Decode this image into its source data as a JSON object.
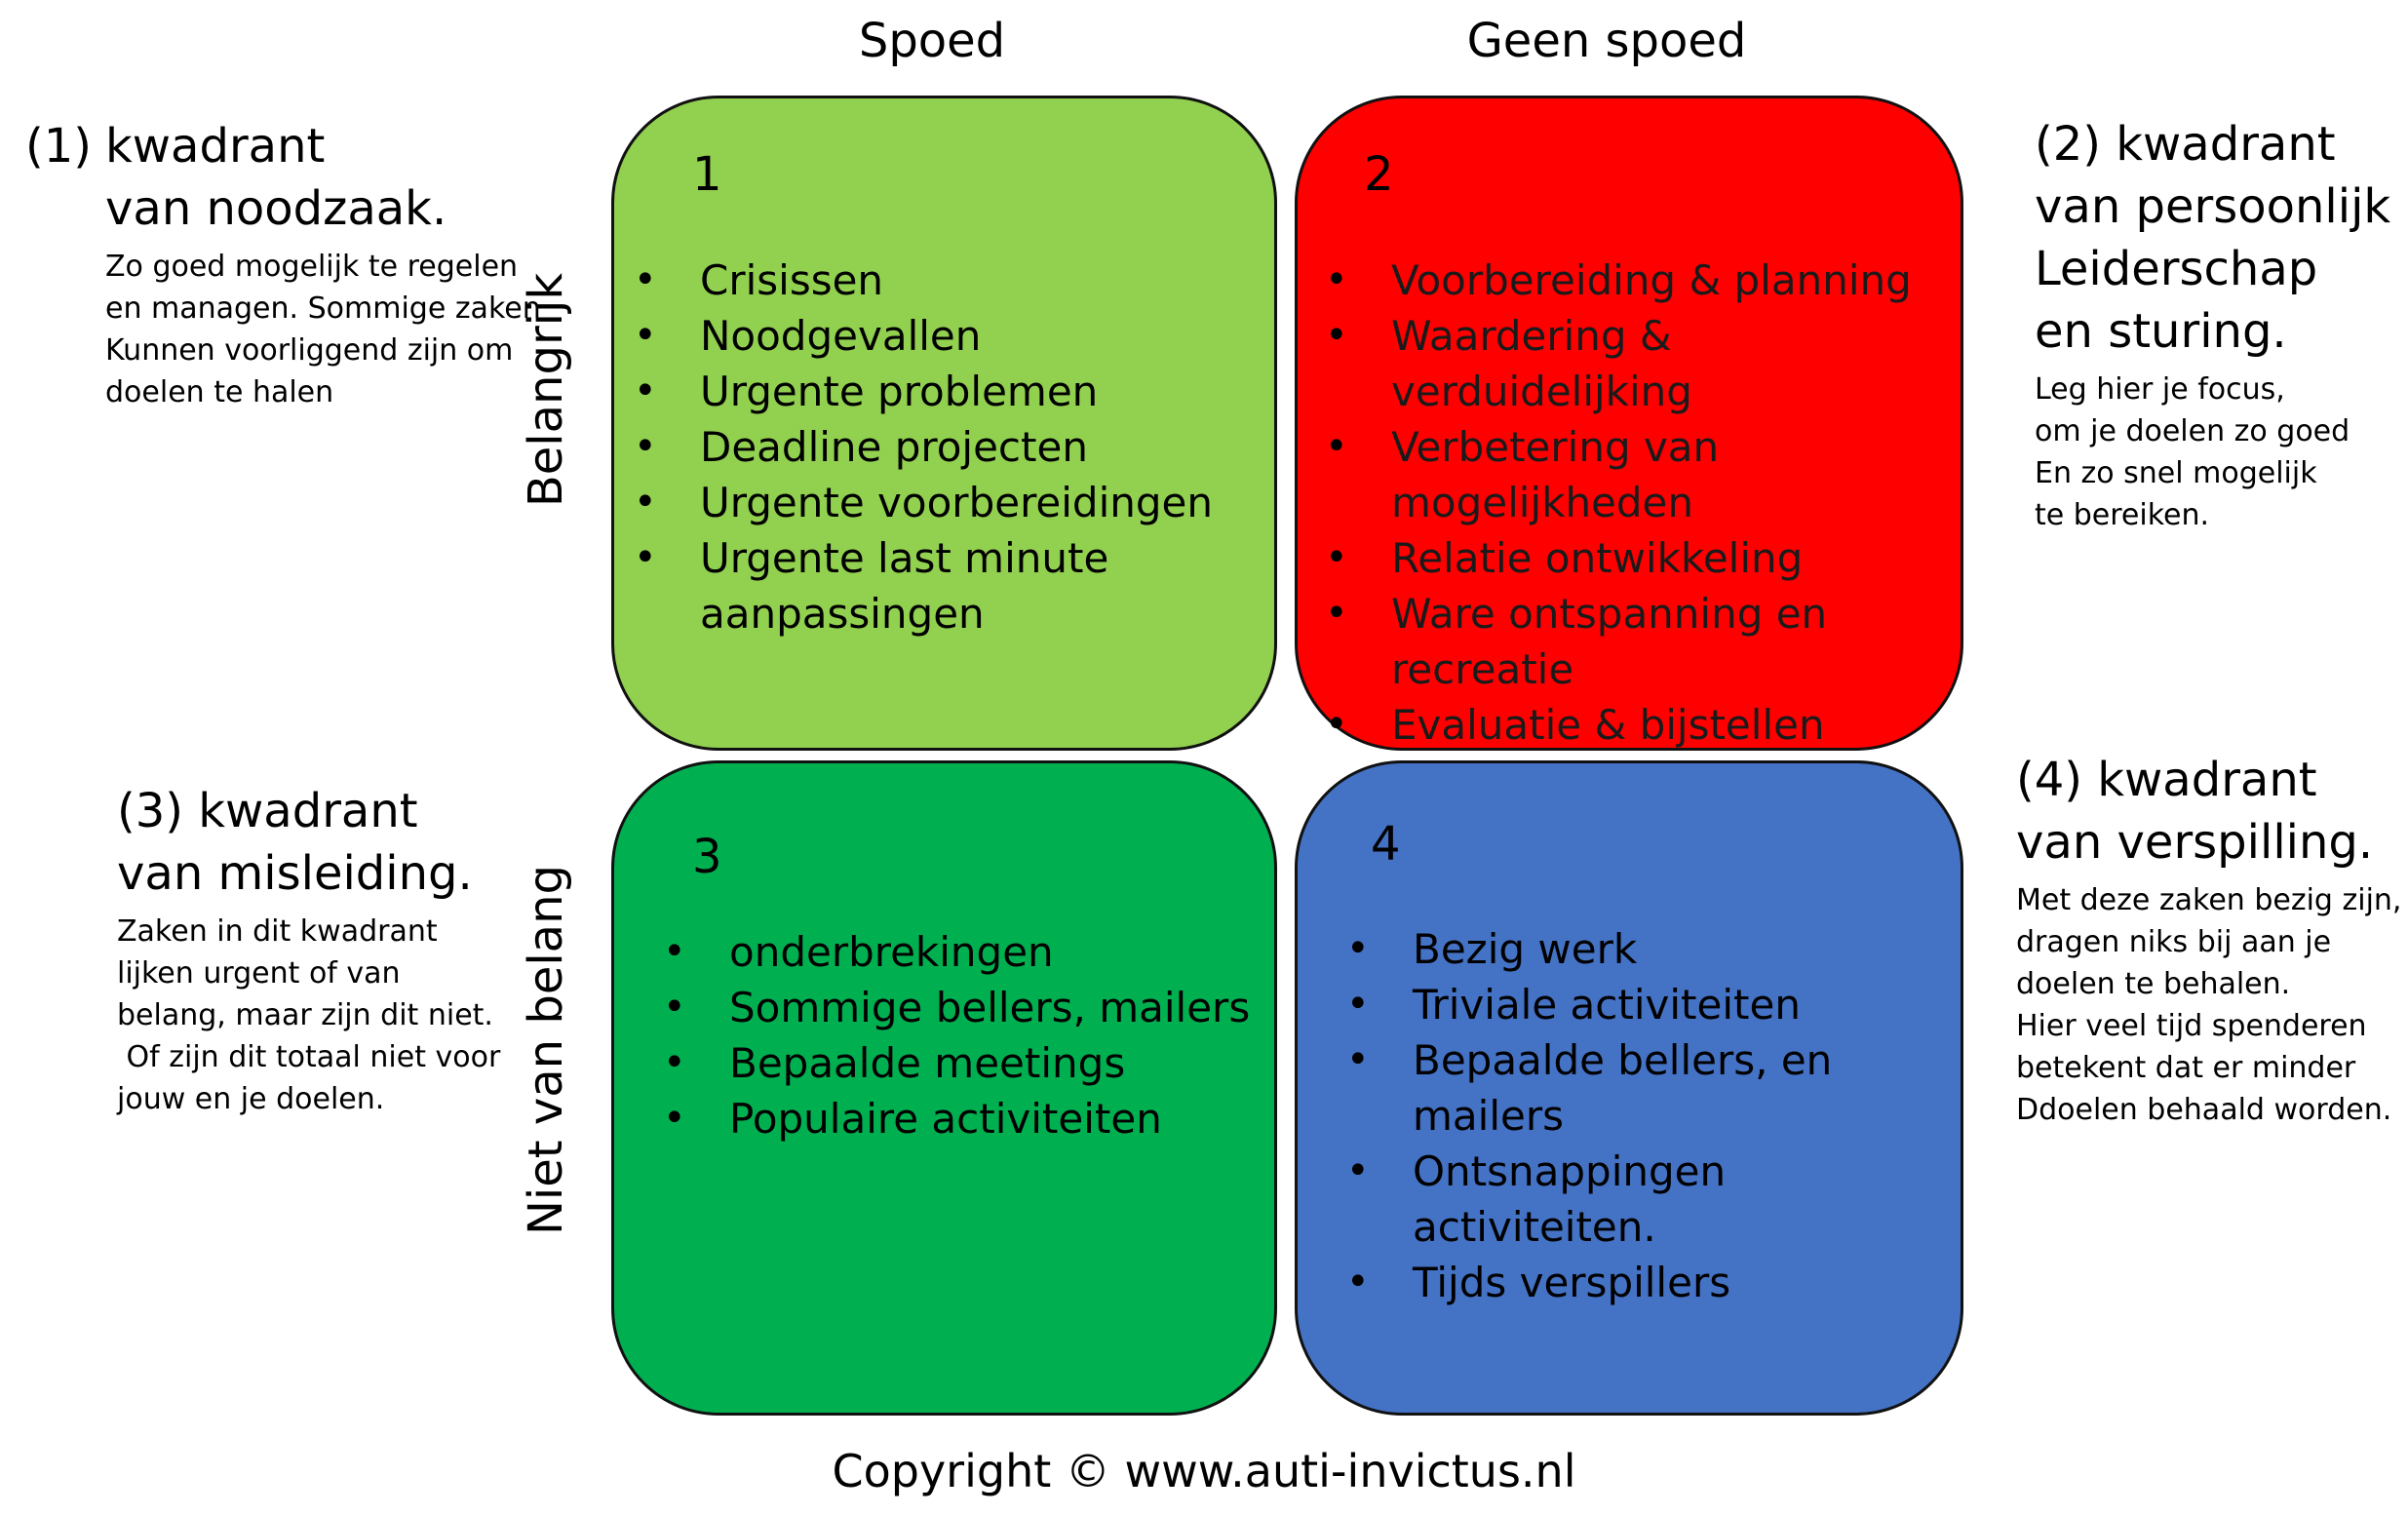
{
  "columns": {
    "left": "Spoed",
    "right": "Geen spoed"
  },
  "rows": {
    "top": "Belangrijk",
    "bottom": "Niet van belang"
  },
  "colors": {
    "q1": "#92d050",
    "q2": "#ff0000",
    "q3": "#00b050",
    "q4": "#4472c4"
  },
  "quadrants": [
    {
      "number": "1",
      "items": [
        "Crisissen",
        "Noodgevallen",
        "Urgente problemen",
        "Deadline projecten",
        "Urgente voorbereidingen",
        "Urgente last minute aanpassingen"
      ]
    },
    {
      "number": "2",
      "items": [
        "Voorbereiding & planning",
        "Waardering & verduidelijking",
        "Verbetering van mogelijkheden",
        "Relatie ontwikkeling",
        "Ware ontspanning en recreatie",
        "Evaluatie & bijstellen"
      ]
    },
    {
      "number": "3",
      "items": [
        "onderbrekingen",
        "Sommige bellers, mailers",
        "Bepaalde meetings",
        "Populaire activiteiten"
      ]
    },
    {
      "number": "4",
      "items": [
        "Bezig werk",
        "Triviale activiteiten",
        "Bepaalde bellers, en mailers",
        "Ontsnappingen activiteiten.",
        "Tijds verspillers"
      ]
    }
  ],
  "side_notes": [
    {
      "prefix": "(1)",
      "title_lines": [
        "kwadrant",
        "van noodzaak."
      ],
      "desc_lines": [
        "Zo goed mogelijk te regelen",
        "en managen. Sommige zaken",
        "Kunnen voorliggend zijn om",
        "doelen te halen"
      ]
    },
    {
      "title_lines": [
        "(2) kwadrant",
        "van persoonlijk",
        "Leiderschap",
        "en sturing."
      ],
      "desc_lines": [
        "Leg hier je focus,",
        "om je doelen zo goed",
        "En zo snel mogelijk",
        "te bereiken."
      ]
    },
    {
      "title_lines": [
        "(3) kwadrant",
        "van misleiding."
      ],
      "desc_lines": [
        "Zaken in dit kwadrant",
        "lijken urgent of van",
        "belang, maar zijn dit niet.",
        " Of zijn dit totaal niet voor",
        "jouw en je doelen."
      ]
    },
    {
      "title_lines": [
        "(4) kwadrant",
        "van verspilling."
      ],
      "desc_lines": [
        "Met deze zaken bezig zijn,",
        "dragen niks bij aan je",
        "doelen te behalen.",
        "Hier veel tijd spenderen",
        "betekent dat er minder",
        "Ddoelen behaald worden."
      ]
    }
  ],
  "copyright": "Copyright © www.auti-invictus.nl"
}
